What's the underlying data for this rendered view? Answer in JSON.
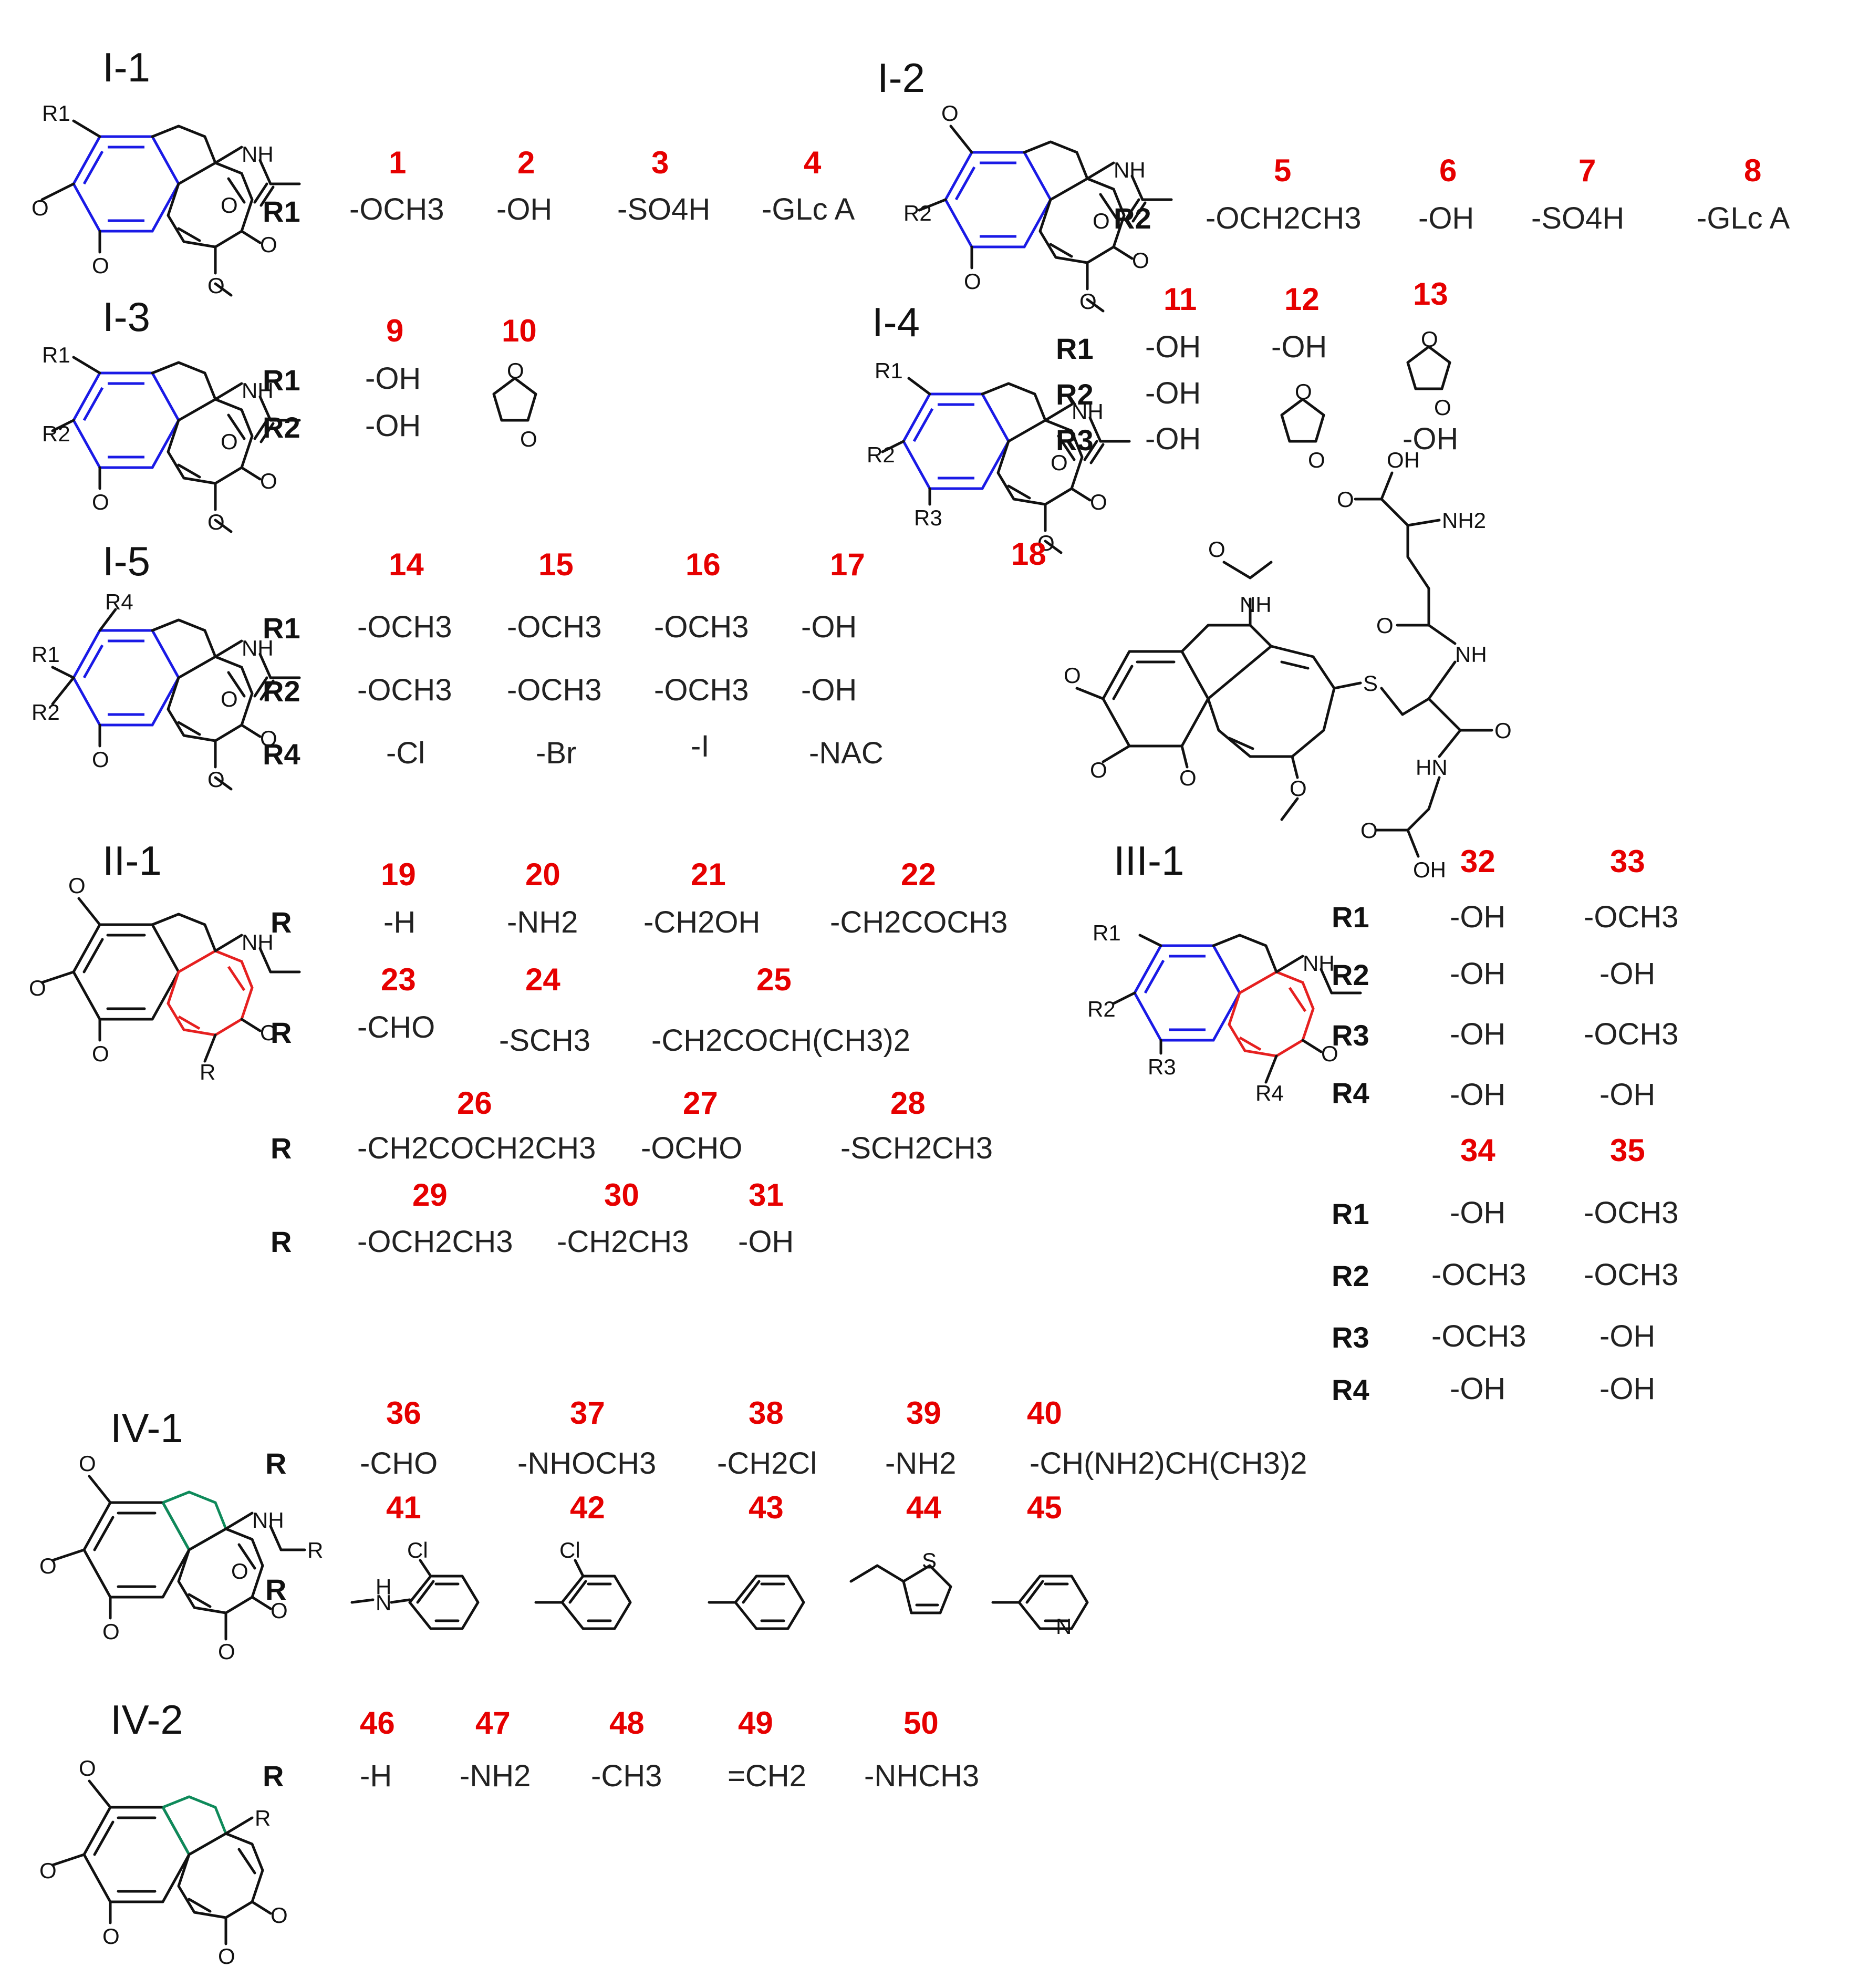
{
  "colors": {
    "number": "#e60000",
    "text": "#111111",
    "aromatic_a": "#1a1ae6",
    "tropolone_c": "#e62020",
    "ring_b": "#0e8a5a"
  },
  "sections": [
    {
      "id": "I-1",
      "title": "I-1"
    },
    {
      "id": "I-2",
      "title": "I-2"
    },
    {
      "id": "I-3",
      "title": "I-3"
    },
    {
      "id": "I-4",
      "title": "I-4"
    },
    {
      "id": "I-5",
      "title": "I-5"
    },
    {
      "id": "II-1",
      "title": "II-1"
    },
    {
      "id": "III-1",
      "title": "III-1"
    },
    {
      "id": "IV-1",
      "title": "IV-1"
    },
    {
      "id": "IV-2",
      "title": "IV-2"
    }
  ],
  "compounds": {
    "I1": {
      "label": "R1",
      "nums": [
        "1",
        "2",
        "3",
        "4"
      ],
      "vals": [
        "-OCH3",
        "-OH",
        "-SO4H",
        "-GLc A"
      ]
    },
    "I2": {
      "label": "R2",
      "nums": [
        "5",
        "6",
        "7",
        "8"
      ],
      "vals": [
        "-OCH2CH3",
        "-OH",
        "-SO4H",
        "-GLc A"
      ]
    },
    "I3": {
      "labels": [
        "R1",
        "R2"
      ],
      "nums": [
        "9",
        "10"
      ],
      "r1": [
        "-OH"
      ],
      "r2": [
        "-OH"
      ]
    },
    "I4": {
      "labels": [
        "R1",
        "R2",
        "R3"
      ],
      "nums": [
        "11",
        "12",
        "13"
      ],
      "r1": [
        "-OH",
        "-OH"
      ],
      "r2": [
        "-OH"
      ],
      "r3": [
        "-OH",
        "-OH"
      ]
    },
    "I5": {
      "labels": [
        "R1",
        "R2",
        "R4"
      ],
      "nums": [
        "14",
        "15",
        "16",
        "17"
      ],
      "r1": [
        "-OCH3",
        "-OCH3",
        "-OCH3",
        "-OH"
      ],
      "r2": [
        "-OCH3",
        "-OCH3",
        "-OCH3",
        "-OH"
      ],
      "r4": [
        "-Cl",
        "-Br",
        "-I",
        "-NAC"
      ]
    },
    "c18": {
      "num": "18"
    },
    "II1": {
      "label": "R",
      "row1": {
        "nums": [
          "19",
          "20",
          "21",
          "22"
        ],
        "vals": [
          "-H",
          "-NH2",
          "-CH2OH",
          "-CH2COCH3"
        ]
      },
      "row2": {
        "nums": [
          "23",
          "24",
          "25"
        ],
        "vals": [
          "-CHO",
          "-SCH3",
          "-CH2COCH(CH3)2"
        ]
      },
      "row3": {
        "nums": [
          "26",
          "27",
          "28"
        ],
        "vals": [
          "-CH2COCH2CH3",
          "-OCHO",
          "-SCH2CH3"
        ]
      },
      "row4": {
        "nums": [
          "29",
          "30",
          "31"
        ],
        "vals": [
          "-OCH2CH3",
          "-CH2CH3",
          "-OH"
        ]
      }
    },
    "III1": {
      "labels": [
        "R1",
        "R2",
        "R3",
        "R4"
      ],
      "block1": {
        "nums": [
          "32",
          "33"
        ],
        "r1": [
          "-OH",
          "-OCH3"
        ],
        "r2": [
          "-OH",
          "-OH"
        ],
        "r3": [
          "-OH",
          "-OCH3"
        ],
        "r4": [
          "-OH",
          "-OH"
        ]
      },
      "block2": {
        "nums": [
          "34",
          "35"
        ],
        "r1": [
          "-OH",
          "-OCH3"
        ],
        "r2": [
          "-OCH3",
          "-OCH3"
        ],
        "r3": [
          "-OCH3",
          "-OH"
        ],
        "r4": [
          "-OH",
          "-OH"
        ]
      }
    },
    "IV1": {
      "label": "R",
      "row1": {
        "nums": [
          "36",
          "37",
          "38",
          "39",
          "40"
        ],
        "vals": [
          "-CHO",
          "-NHOCH3",
          "-CH2Cl",
          "-NH2",
          "-CH(NH2)CH(CH3)2"
        ]
      },
      "row2": {
        "nums": [
          "41",
          "42",
          "43",
          "44",
          "45"
        ]
      }
    },
    "IV2": {
      "label": "R",
      "nums": [
        "46",
        "47",
        "48",
        "49",
        "50"
      ],
      "vals": [
        "-H",
        "-NH2",
        "-CH3",
        "=CH2",
        "-NHCH3"
      ]
    }
  },
  "atoms": {
    "O": "O",
    "NH": "NH",
    "H": "H",
    "N": "N",
    "S": "S",
    "Cl": "Cl",
    "OH": "OH",
    "NH2": "NH2",
    "HN": "HN",
    "R": "R",
    "R1": "R1",
    "R2": "R2",
    "R3": "R3",
    "R4": "R4"
  }
}
